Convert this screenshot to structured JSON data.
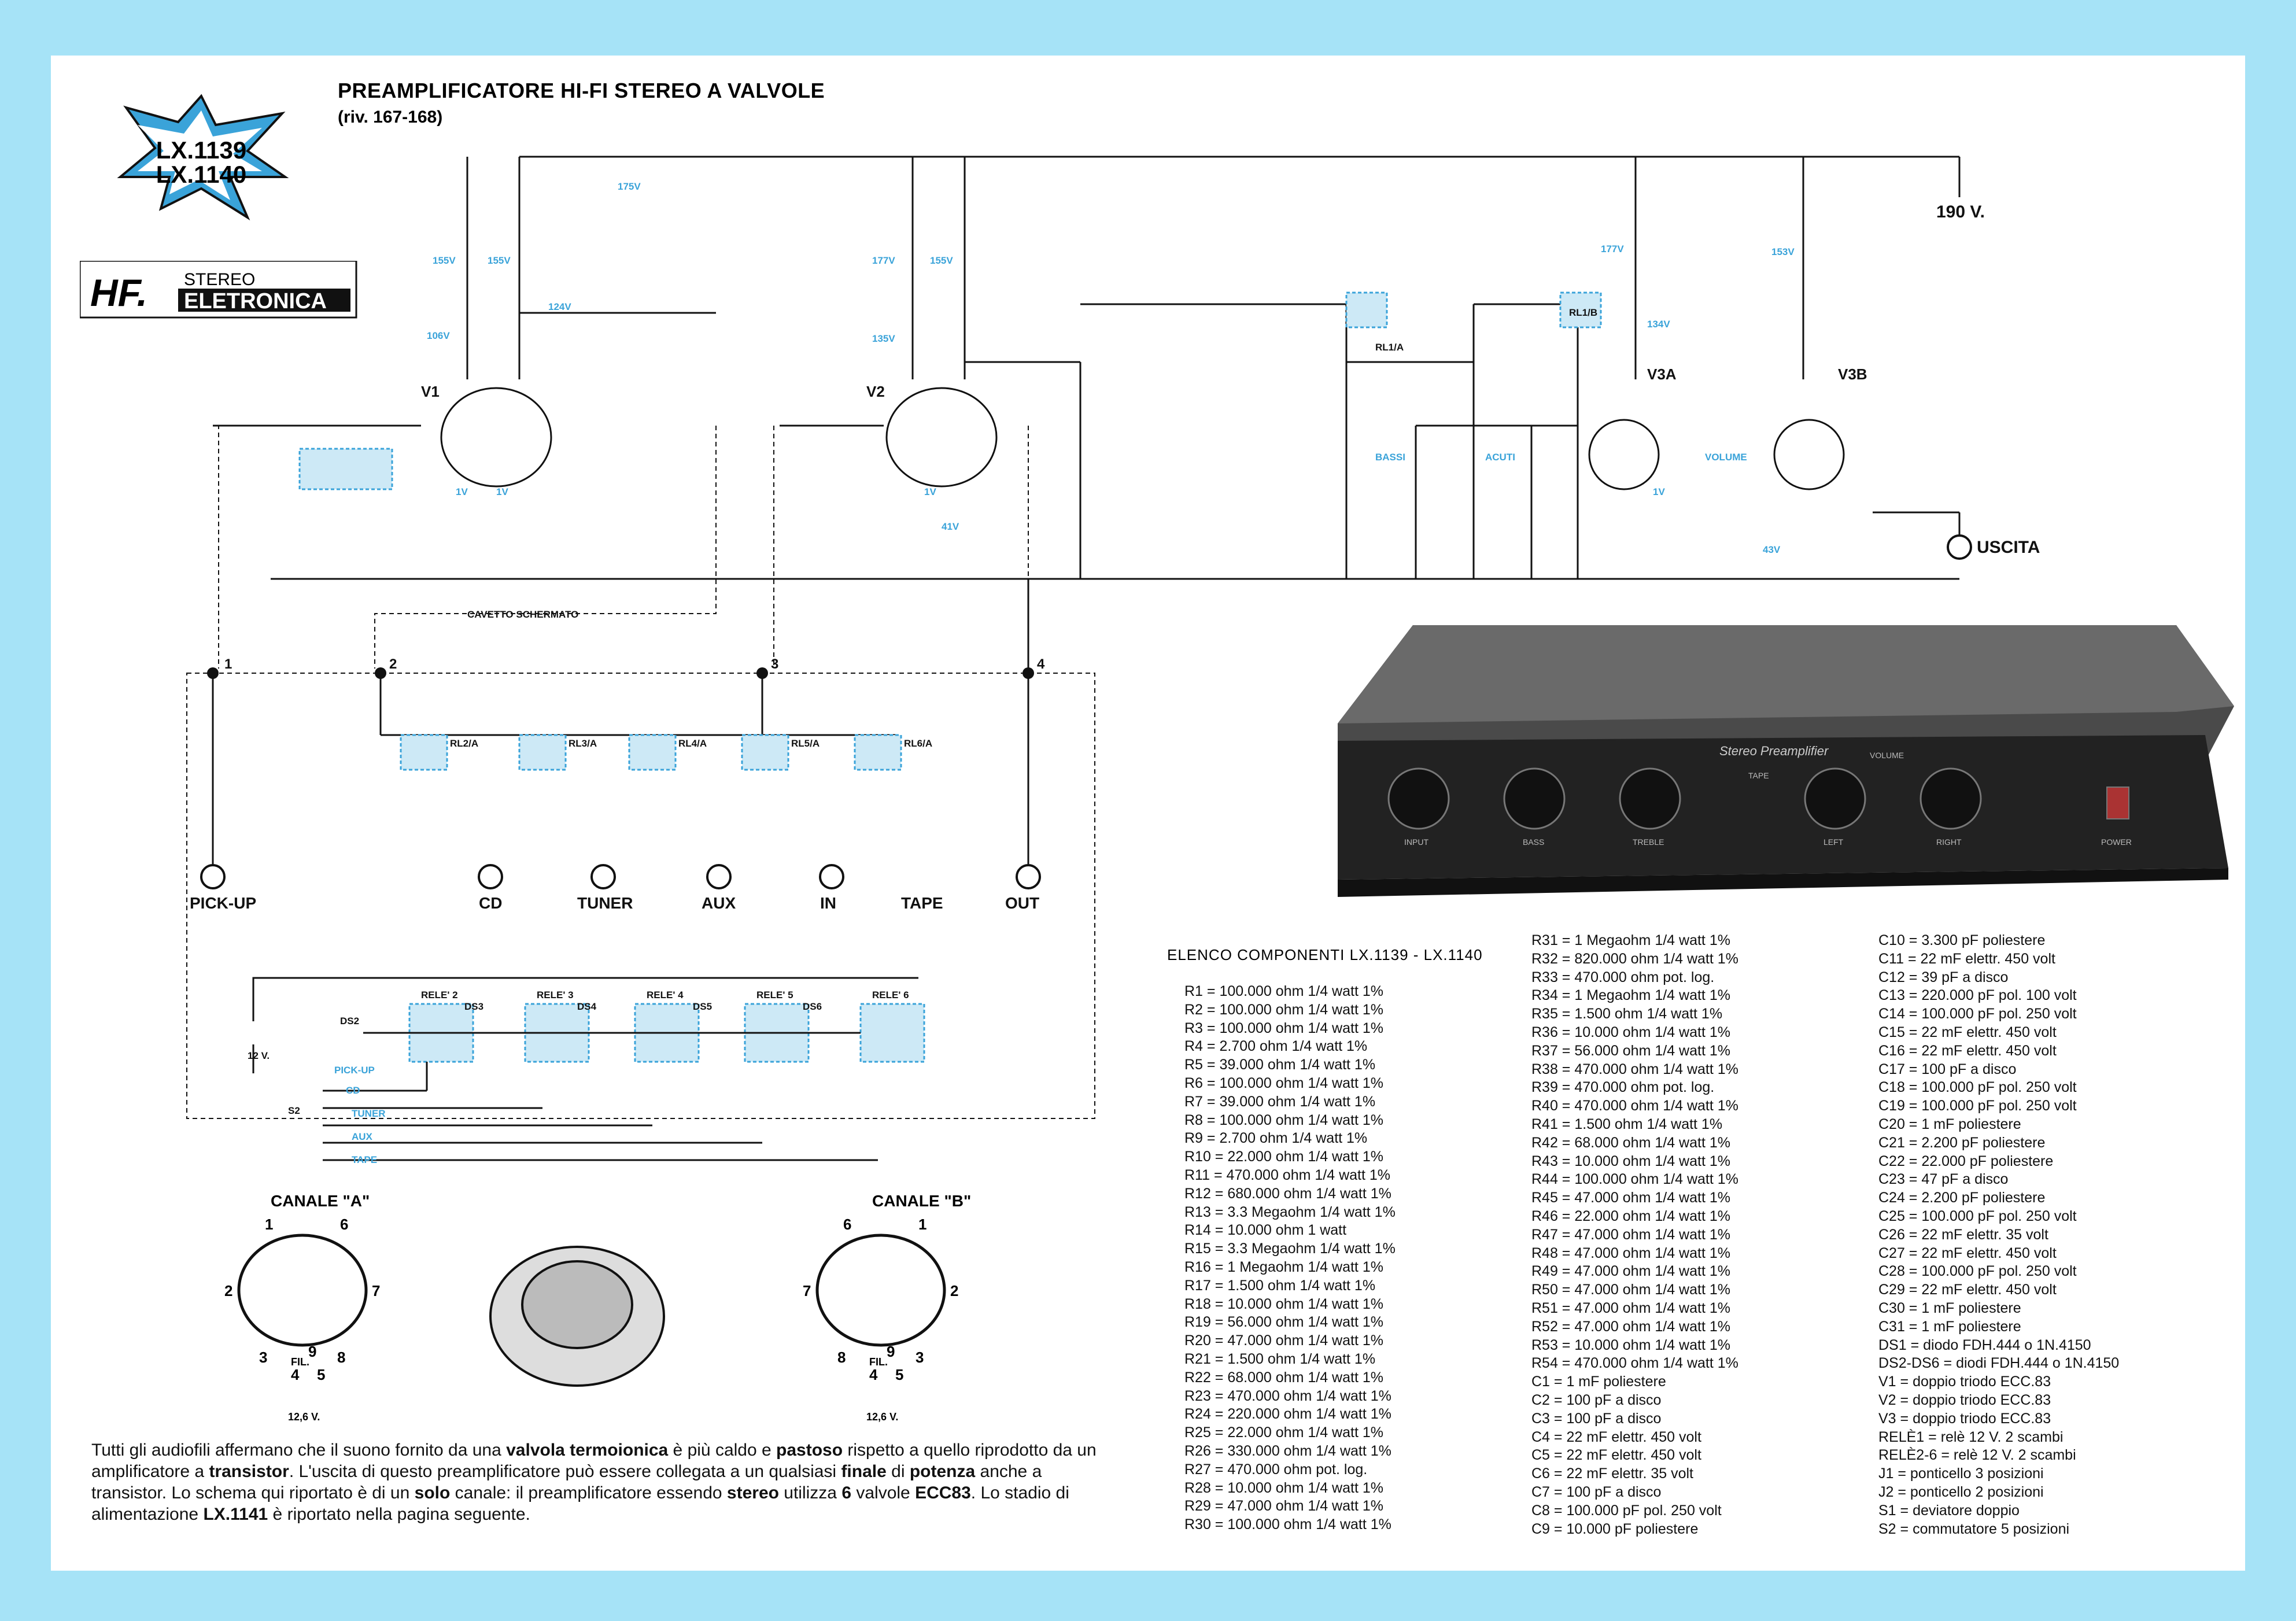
{
  "title": "PREAMPLIFICATORE HI-FI STEREO A VALVOLE",
  "subtitle": "(riv. 167-168)",
  "badge": {
    "line1": "LX.1139",
    "line2": "LX.1140"
  },
  "logo": {
    "brand": "HF.",
    "line1": "STEREO",
    "line2": "ELETRONICA"
  },
  "colors": {
    "page_border": "#a6e3f7",
    "accent": "#3aa3d9",
    "relay_fill": "#cde9f6"
  },
  "schematic": {
    "supply": "190 V.",
    "output_label": "USCITA",
    "cable_label": "CAVETTO SCHERMATO",
    "tubes": [
      "V1",
      "V2",
      "V3A",
      "V3B"
    ],
    "voltages": [
      "175V",
      "155V",
      "155V",
      "124V",
      "106V",
      "1V",
      "1V",
      "177V",
      "155V",
      "135V",
      "1V",
      "41V",
      "177V",
      "134V",
      "153V",
      "1V",
      "43V"
    ],
    "controls": [
      "BASSI",
      "ACUTI",
      "VOLUME"
    ],
    "relays": [
      "RL1/A",
      "RL1/B",
      "RL2/A",
      "RL3/A",
      "RL4/A",
      "RL5/A",
      "RL6/A"
    ],
    "connector_numbers": [
      "1",
      "2",
      "3",
      "4"
    ],
    "inputs": [
      "PICK-UP",
      "CD",
      "TUNER",
      "AUX",
      "IN",
      "TAPE",
      "OUT"
    ],
    "relay_coils": [
      "RELE' 2",
      "RELE' 3",
      "RELE' 4",
      "RELE' 5",
      "RELE' 6"
    ],
    "diodes": [
      "DS2",
      "DS3",
      "DS4",
      "DS5",
      "DS6"
    ],
    "supply_12v": "12 V.",
    "selector_positions": [
      "PICK-UP",
      "CD",
      "TUNER",
      "AUX",
      "TAPE"
    ],
    "selector_name": "S2"
  },
  "pinouts": {
    "left_title": "CANALE \"A\"",
    "right_title": "CANALE \"B\"",
    "pins_left": [
      "1",
      "6",
      "2",
      "7",
      "3",
      "8",
      "4",
      "9",
      "5"
    ],
    "pins_right": [
      "6",
      "1",
      "7",
      "2",
      "8",
      "3",
      "4",
      "9",
      "5"
    ],
    "fil": "FIL.",
    "heater_voltage": "12,6 V."
  },
  "photo": {
    "panel_text": "Stereo Preamplifier",
    "labels": [
      "INPUT",
      "BASS",
      "TREBLE",
      "LEFT",
      "RIGHT",
      "POWER",
      "VOLUME",
      "TAPE"
    ]
  },
  "parts_title": "ELENCO COMPONENTI LX.1139 - LX.1140",
  "parts_col1": [
    "R1 = 100.000 ohm 1/4 watt 1%",
    "R2 = 100.000 ohm 1/4 watt 1%",
    "R3 = 100.000 ohm 1/4 watt 1%",
    "R4 = 2.700 ohm 1/4 watt 1%",
    "R5 = 39.000 ohm 1/4 watt 1%",
    "R6 = 100.000 ohm 1/4 watt 1%",
    "R7 = 39.000 ohm 1/4 watt 1%",
    "R8 = 100.000 ohm 1/4 watt 1%",
    "R9 = 2.700 ohm 1/4 watt 1%",
    "R10 = 22.000 ohm 1/4 watt 1%",
    "R11 = 470.000 ohm 1/4 watt 1%",
    "R12 = 680.000 ohm 1/4 watt 1%",
    "R13 = 3.3 Megaohm 1/4 watt 1%",
    "R14 = 10.000 ohm 1 watt",
    "R15 = 3.3 Megaohm 1/4 watt 1%",
    "R16 = 1 Megaohm 1/4 watt 1%",
    "R17 = 1.500 ohm 1/4 watt 1%",
    "R18 = 10.000 ohm 1/4 watt 1%",
    "R19 = 56.000 ohm 1/4 watt 1%",
    "R20 = 47.000 ohm 1/4 watt 1%",
    "R21 = 1.500 ohm 1/4 watt 1%",
    "R22 = 68.000 ohm 1/4 watt 1%",
    "R23 = 470.000 ohm 1/4 watt 1%",
    "R24 = 220.000 ohm 1/4 watt 1%",
    "R25 = 22.000 ohm 1/4 watt 1%",
    "R26 = 330.000 ohm 1/4 watt 1%",
    "R27 = 470.000 ohm pot. log.",
    "R28 = 10.000 ohm 1/4 watt 1%",
    "R29 = 47.000 ohm 1/4 watt 1%",
    "R30 = 100.000 ohm 1/4 watt 1%"
  ],
  "parts_col2": [
    "R31 = 1 Megaohm 1/4 watt 1%",
    "R32 = 820.000 ohm 1/4 watt 1%",
    "R33 = 470.000 ohm pot. log.",
    "R34 = 1 Megaohm 1/4 watt 1%",
    "R35 = 1.500 ohm 1/4 watt 1%",
    "R36 = 10.000 ohm 1/4 watt 1%",
    "R37 = 56.000 ohm 1/4 watt 1%",
    "R38 = 470.000 ohm 1/4 watt 1%",
    "R39 = 470.000 ohm pot. log.",
    "R40 = 470.000 ohm 1/4 watt 1%",
    "R41 = 1.500 ohm 1/4 watt 1%",
    "R42 = 68.000 ohm 1/4 watt 1%",
    "R43 = 10.000 ohm 1/4 watt 1%",
    "R44 = 100.000 ohm 1/4 watt 1%",
    "R45 = 47.000 ohm 1/4 watt 1%",
    "R46 = 22.000 ohm 1/4 watt 1%",
    "R47 = 47.000 ohm 1/4 watt 1%",
    "R48 = 47.000 ohm 1/4 watt 1%",
    "R49 = 47.000 ohm 1/4 watt 1%",
    "R50 = 47.000 ohm 1/4 watt 1%",
    "R51 = 47.000 ohm 1/4 watt 1%",
    "R52 = 47.000 ohm 1/4 watt 1%",
    "R53 = 10.000 ohm 1/4 watt 1%",
    "R54 = 470.000 ohm 1/4 watt 1%",
    "C1 = 1 mF poliestere",
    "C2 = 100 pF a disco",
    "C3 = 100 pF a disco",
    "C4 = 22 mF elettr. 450 volt",
    "C5 = 22 mF elettr. 450 volt",
    "C6 = 22 mF elettr. 35 volt",
    "C7 = 100 pF a disco",
    "C8 = 100.000 pF pol. 250 volt",
    "C9 = 10.000 pF poliestere"
  ],
  "parts_col3": [
    "C10 = 3.300 pF poliestere",
    "C11 = 22 mF elettr. 450 volt",
    "C12 = 39 pF a disco",
    "C13 = 220.000 pF pol. 100 volt",
    "C14 = 100.000 pF pol. 250 volt",
    "C15 = 22 mF elettr. 450 volt",
    "C16 = 22 mF elettr. 450 volt",
    "C17 = 100 pF a disco",
    "C18 = 100.000 pF pol. 250 volt",
    "C19 = 100.000 pF pol. 250 volt",
    "C20 = 1 mF poliestere",
    "C21 = 2.200 pF poliestere",
    "C22 = 22.000 pF poliestere",
    "C23 = 47 pF a disco",
    "C24 = 2.200 pF poliestere",
    "C25 = 100.000 pF pol. 250 volt",
    "C26 = 22 mF elettr. 35 volt",
    "C27 = 22 mF elettr. 450 volt",
    "C28 = 100.000 pF pol. 250 volt",
    "C29 = 22 mF elettr. 450 volt",
    "C30 = 1 mF poliestere",
    "C31 = 1 mF poliestere",
    "DS1 = diodo FDH.444 o 1N.4150",
    "DS2-DS6 = diodi FDH.444 o 1N.4150",
    "V1 = doppio triodo ECC.83",
    "V2 = doppio triodo ECC.83",
    "V3 = doppio triodo ECC.83",
    "RELÈ1 = relè 12 V. 2 scambi",
    "RELÈ2-6 = relè 12 V. 2 scambi",
    "J1 = ponticello 3 posizioni",
    "J2 = ponticello 2 posizioni",
    "S1 = deviatore doppio",
    "S2 = commutatore 5 posizioni"
  ],
  "intro": {
    "t1": "Tutti gli audiofili affermano che il suono fornito da una ",
    "b1": "valvola termoionica",
    "t2": " è più caldo e ",
    "b2": "pastoso",
    "t3": " rispetto a quello riprodotto da un amplificatore a ",
    "b3": "transistor",
    "t4": ". L'uscita di questo preamplificatore può essere collegata a un qualsiasi ",
    "b4": "finale",
    "t5": " di ",
    "b5": "potenza",
    "t6": " anche a transistor. Lo schema qui riportato è di un ",
    "b6": "solo",
    "t7": " canale: il preamplificatore essendo ",
    "b7": "stereo",
    "t8": " utilizza ",
    "b8": "6",
    "t9": " valvole ",
    "b9": "ECC83",
    "t10": ". Lo stadio di alimentazione ",
    "b10": "LX.1141",
    "t11": " è riportato nella pagina seguente."
  }
}
